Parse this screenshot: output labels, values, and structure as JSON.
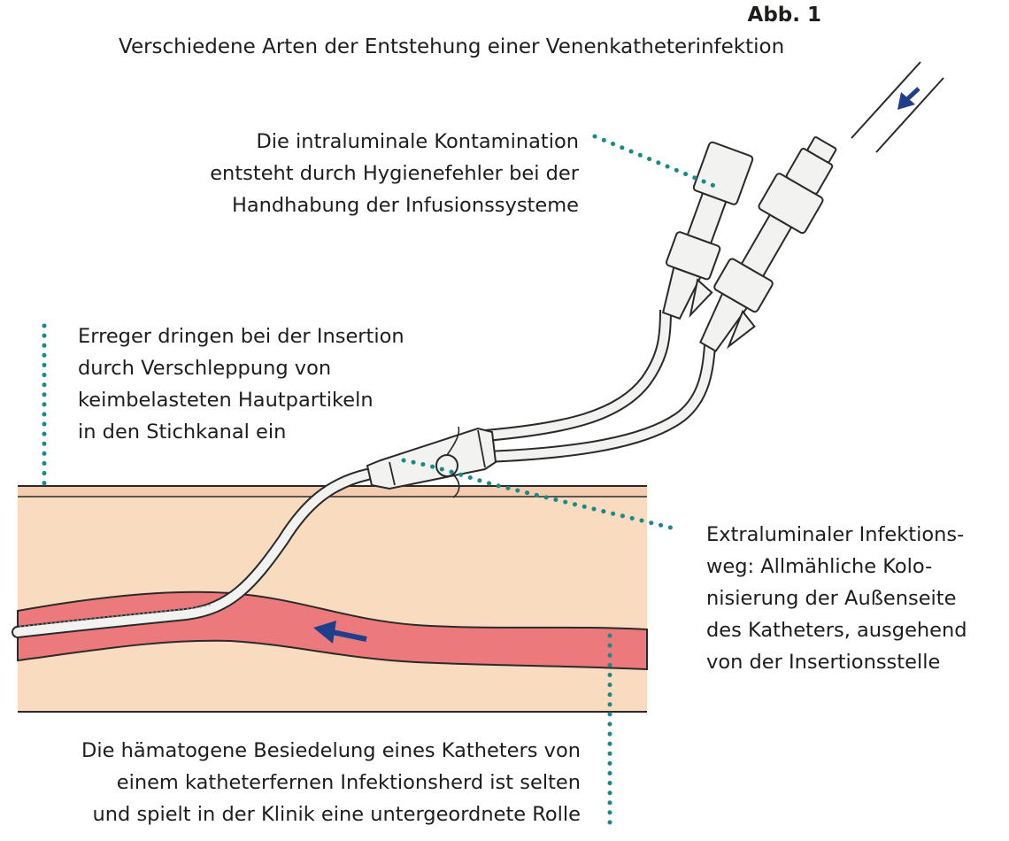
{
  "figure": {
    "label": "Abb. 1",
    "title": "Verschiedene Arten der Entstehung einer Venenkatheterinfektion"
  },
  "annotations": {
    "intraluminal": [
      "Die intraluminale Kontamination",
      "entsteht durch Hygienefehler bei der",
      "Handhabung der Infusionssysteme"
    ],
    "insertion": [
      "Erreger dringen bei der Insertion",
      "durch Verschleppung von",
      "keimbelasteten Hautpartikeln",
      "in den Stichkanal ein"
    ],
    "extraluminal": [
      "Extraluminaler Infektions-",
      "weg: Allmähliche Kolo-",
      "nisierung der Außenseite",
      "des Katheters, ausgehend",
      "von der Insertionsstelle"
    ],
    "hematogenous": [
      "Die hämatogene Besiedelung eines Katheters von",
      "einem katheterfernen Infektionsherd ist selten",
      "und spielt in der Klinik eine untergeordnete Rolle"
    ]
  },
  "colors": {
    "skin": "#f9dcc0",
    "epidermis": "#f4cdb1",
    "vessel": "#ec7a7d",
    "outline": "#2a2a2a",
    "catheter": "#f2f2f0",
    "leader_dots": "#1a8a86",
    "flow_arrow": "#1f3f8a"
  }
}
